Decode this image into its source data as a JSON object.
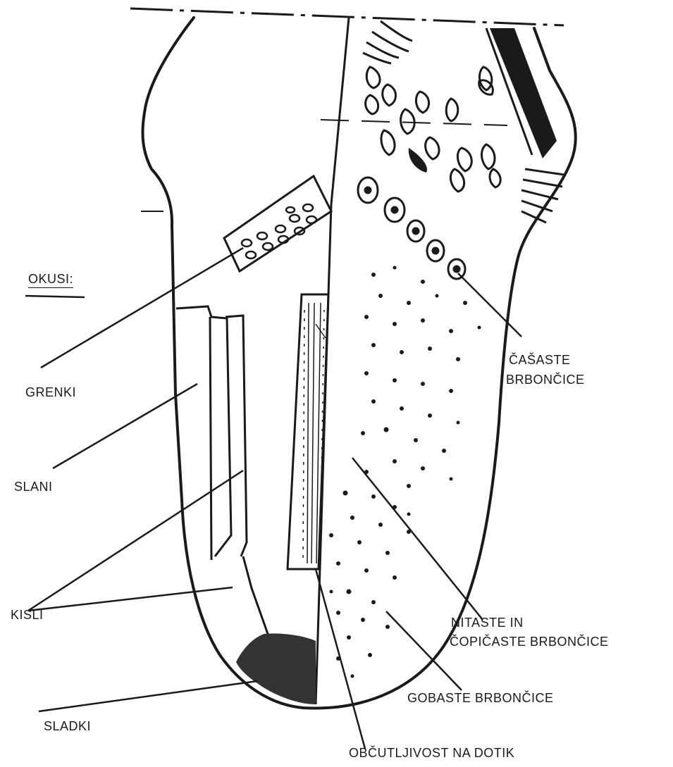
{
  "heading": "OKUSI:",
  "tastes": {
    "bitter": "GRENKI",
    "salty": "SLANI",
    "sour": "KISLI",
    "sweet": "SLADKI"
  },
  "papillae": {
    "circumvallate_line1": "ČAŠASTE",
    "circumvallate_line2": "BRBONČICE",
    "filiform_line1": "NITASTE IN",
    "filiform_line2": "ČOPIČASTE BRBONČICE",
    "fungiform": "GOBASTE BRBONČICE",
    "touch": "OBČUTLJIVOST NA DOTIK"
  },
  "colors": {
    "ink": "#1a1a1a",
    "paper": "#ffffff",
    "sweet_region": "#333333"
  }
}
